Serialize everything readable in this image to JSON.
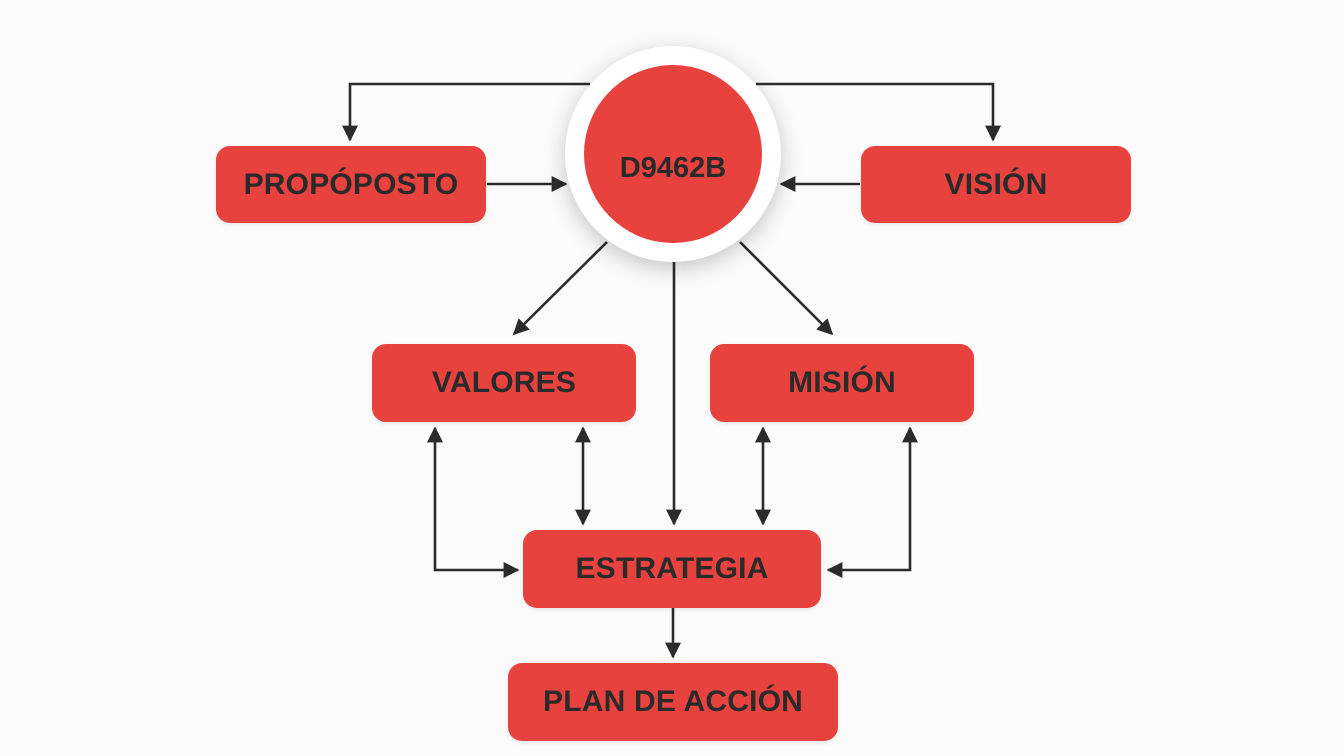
{
  "diagram": {
    "type": "flowchart",
    "colors": {
      "node_fill": "#e8423f",
      "text": "#2a2a2a",
      "arrow": "#2b2b2b",
      "hub_ring": "#ffffff",
      "background": "#fbfbfb"
    },
    "hub": {
      "label": "D9462B"
    },
    "nodes": {
      "proposito": {
        "label": "PROPÓPOSTO"
      },
      "vision": {
        "label": "VISIÓN"
      },
      "valores": {
        "label": "VALORES"
      },
      "mision": {
        "label": "MISIÓN"
      },
      "estrategia": {
        "label": "ESTRATEGIA"
      },
      "plan": {
        "label": "PLAN DE ACCIÓN"
      }
    },
    "edges": [
      {
        "from": "hub",
        "to": "proposito",
        "direction": "one-way"
      },
      {
        "from": "hub",
        "to": "vision",
        "direction": "one-way"
      },
      {
        "from": "proposito",
        "to": "hub",
        "direction": "one-way"
      },
      {
        "from": "vision",
        "to": "hub",
        "direction": "one-way"
      },
      {
        "from": "hub",
        "to": "valores",
        "direction": "one-way"
      },
      {
        "from": "hub",
        "to": "mision",
        "direction": "one-way"
      },
      {
        "from": "hub",
        "to": "estrategia",
        "direction": "one-way"
      },
      {
        "from": "valores",
        "to": "estrategia",
        "direction": "two-way"
      },
      {
        "from": "estrategia",
        "to": "valores",
        "direction": "two-way (elbow)"
      },
      {
        "from": "mision",
        "to": "estrategia",
        "direction": "two-way"
      },
      {
        "from": "estrategia",
        "to": "mision",
        "direction": "two-way (elbow)"
      },
      {
        "from": "estrategia",
        "to": "plan",
        "direction": "one-way"
      }
    ]
  }
}
